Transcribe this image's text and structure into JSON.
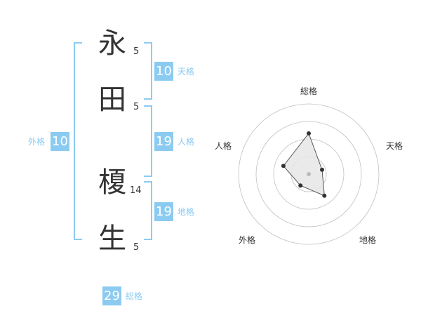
{
  "name": {
    "chars": [
      {
        "char": "永",
        "strokes": "5"
      },
      {
        "char": "田",
        "strokes": "5"
      },
      {
        "char": "榎",
        "strokes": "14"
      },
      {
        "char": "生",
        "strokes": "5"
      }
    ]
  },
  "scores": {
    "gaikaku": {
      "label": "外格",
      "value": "10"
    },
    "tenkaku": {
      "label": "天格",
      "value": "10"
    },
    "jinkaku": {
      "label": "人格",
      "value": "19"
    },
    "chikaku": {
      "label": "地格",
      "value": "19"
    },
    "soukaku": {
      "label": "総格",
      "value": "29"
    }
  },
  "radar": {
    "axes": [
      "総格",
      "天格",
      "地格",
      "外格",
      "人格"
    ],
    "values": [
      29,
      10,
      19,
      10,
      19
    ],
    "max": 50,
    "ring_count": 4,
    "colors": {
      "ring": "#c0c0c0",
      "fill": "#e6e6e6",
      "line": "#555555",
      "point": "#333333",
      "center": "#bbbbbb"
    }
  },
  "colors": {
    "accent": "#8ccbf1",
    "text": "#333333"
  }
}
